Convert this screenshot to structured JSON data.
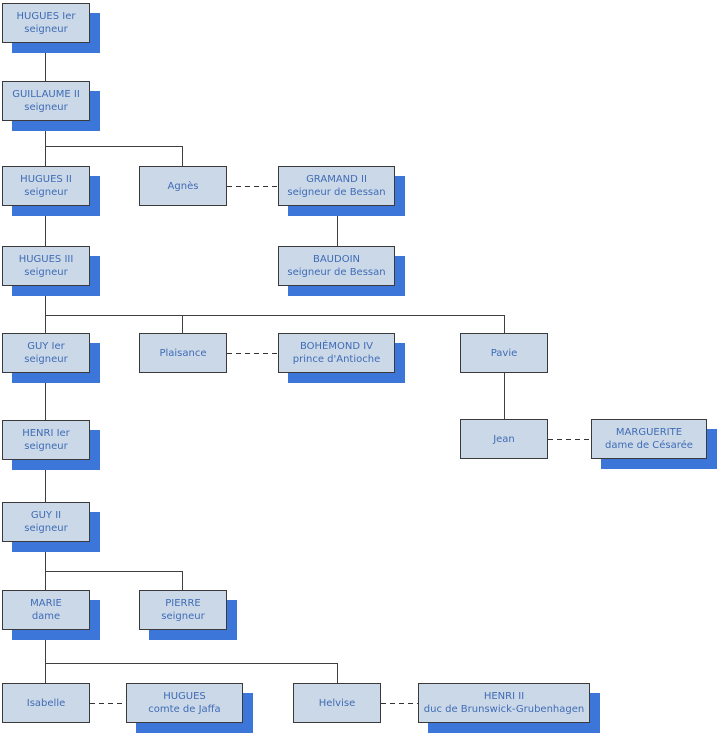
{
  "diagram": {
    "type": "family-tree",
    "background_color": "#ffffff",
    "box_fill_color": "#cbd8e8",
    "box_border_color": "#3a3a3a",
    "box_shadow_color": "#3b76d8",
    "text_color": "#3f6cb5",
    "connector_color": "#404040",
    "connector_styles": {
      "descent": "solid",
      "marriage": "dashed"
    }
  },
  "nodes": {
    "hugues1": {
      "name": "HUGUES Ier",
      "title": "seigneur"
    },
    "guillaume2": {
      "name": "GUILLAUME II",
      "title": "seigneur"
    },
    "hugues2": {
      "name": "HUGUES II",
      "title": "seigneur"
    },
    "agnes": {
      "name": "Agnès",
      "title": ""
    },
    "gramand2": {
      "name": "GRAMAND II",
      "title": "seigneur de Bessan"
    },
    "hugues3": {
      "name": "HUGUES III",
      "title": "seigneur"
    },
    "baudoin": {
      "name": "BAUDOIN",
      "title": "seigneur de Bessan"
    },
    "guy1": {
      "name": "GUY Ier",
      "title": "seigneur"
    },
    "plaisance": {
      "name": "Plaisance",
      "title": ""
    },
    "bohemond4": {
      "name": "BOHÉMOND IV",
      "title": "prince d'Antioche"
    },
    "pavie": {
      "name": "Pavie",
      "title": ""
    },
    "henri1": {
      "name": "HENRI Ier",
      "title": "seigneur"
    },
    "jean": {
      "name": "Jean",
      "title": ""
    },
    "marguerite": {
      "name": "MARGUERITE",
      "title": "dame de Césarée"
    },
    "guy2": {
      "name": "GUY II",
      "title": "seigneur"
    },
    "marie": {
      "name": "MARIE",
      "title": "dame"
    },
    "pierre": {
      "name": "PIERRE",
      "title": "seigneur"
    },
    "isabelle": {
      "name": "Isabelle",
      "title": ""
    },
    "huguesjaffa": {
      "name": "HUGUES",
      "title": "comte de Jaffa"
    },
    "helvise": {
      "name": "Helvise",
      "title": ""
    },
    "henri2": {
      "name": "HENRI II",
      "title": "duc de Brunswick-Grubenhagen"
    }
  }
}
